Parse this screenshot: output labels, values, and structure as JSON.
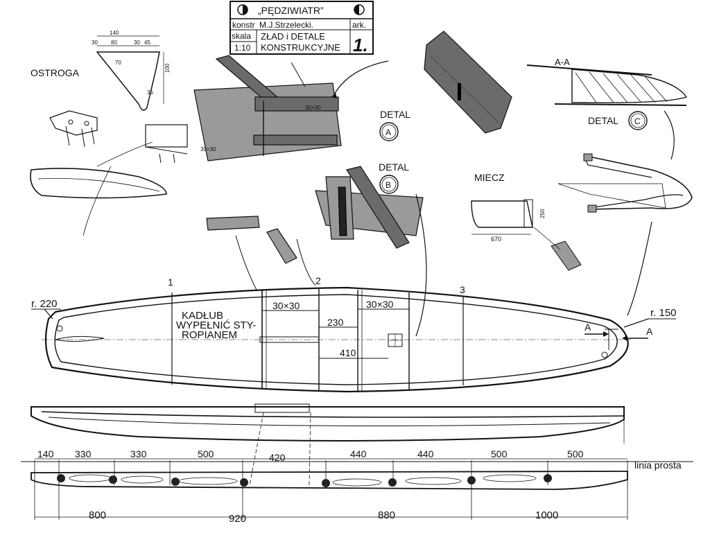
{
  "title_block": {
    "name": "„PĘDZIWIATR”",
    "konstr_label": "konstr",
    "konstr_value": "M.J.Strzelecki.",
    "ark_label": "ark.",
    "skala_label": "skala",
    "skala_value": "1:10",
    "subject_line1": "ZŁAD i DETALE",
    "subject_line2": "KONSTRUKCYJNE",
    "sheet_number": "1."
  },
  "labels": {
    "ostroga": "OSTROGA",
    "detal_a_word": "DETAL",
    "detal_a_letter": "A",
    "detal_b_word": "DETAL",
    "detal_b_letter": "B",
    "detal_c_word": "DETAL",
    "detal_c_letter": "C",
    "section_aa": "A-A",
    "miecz": "MIECZ",
    "kadlub_line1": "KADŁUB",
    "kadlub_line2": "WYPEŁNIĆ STY-",
    "kadlub_line3": "ROPIANEM",
    "r220": "r. 220",
    "r150": "r. 150",
    "arrow_a_left": "A",
    "arrow_a_right": "A",
    "frame_1": "1",
    "frame_2": "2",
    "frame_3": "3",
    "linia_prosta": "linia prosta",
    "dim_30x30_a": "30×30",
    "dim_30x30_b": "30×30",
    "dim_230": "230",
    "dim_410": "410",
    "dim_30x30_detail": "30×30",
    "dim_30x30_small": "30×30"
  },
  "top_dims": [
    "140",
    "330",
    "330",
    "500",
    "420",
    "440",
    "440",
    "500",
    "500"
  ],
  "bottom_dims": [
    "800",
    "920",
    "880",
    "1000"
  ],
  "miecz_dims": [
    "670",
    "250"
  ],
  "ostroga_dims": [
    "140",
    "30",
    "80",
    "30",
    "45",
    "70",
    "100",
    "35"
  ]
}
